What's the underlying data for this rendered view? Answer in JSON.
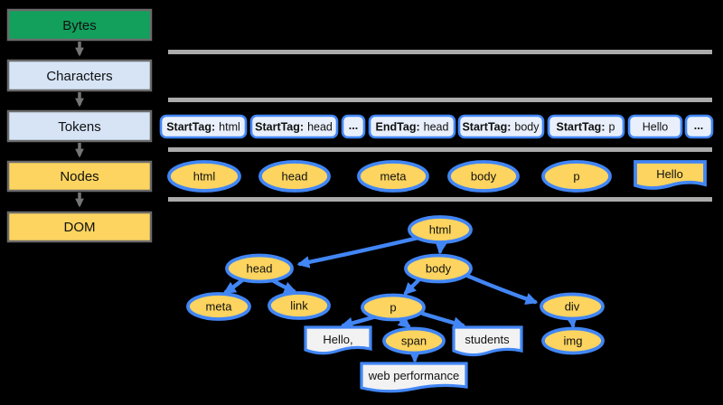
{
  "title": "DOM construction pipeline diagram",
  "colors": {
    "background": "#000000",
    "stage_green": "#12a05c",
    "stage_light_blue": "#d6e4f6",
    "stage_yellow": "#fcd45f",
    "stage_border_gray": "#6b6b6b",
    "token_fill": "#e9f0fc",
    "node_yellow": "#fcd45f",
    "blue_border": "#4286f5",
    "doc_fill": "#f2f2f2",
    "divider_gray": "#ababab",
    "pipeline_arrow_gray": "#757575",
    "text": "#111111"
  },
  "pipeline": {
    "stages": [
      {
        "id": "bytes",
        "label": "Bytes",
        "fill": "green"
      },
      {
        "id": "characters",
        "label": "Characters",
        "fill": "light_blue"
      },
      {
        "id": "tokens",
        "label": "Tokens",
        "fill": "light_blue"
      },
      {
        "id": "nodes",
        "label": "Nodes",
        "fill": "yellow"
      },
      {
        "id": "dom",
        "label": "DOM",
        "fill": "yellow"
      }
    ]
  },
  "tokens_row": {
    "items": [
      {
        "bold": "StartTag:",
        "text": "html"
      },
      {
        "bold": "StartTag:",
        "text": "head"
      },
      {
        "bold": "",
        "text": "..."
      },
      {
        "bold": "EndTag:",
        "text": "head"
      },
      {
        "bold": "StartTag:",
        "text": "body"
      },
      {
        "bold": "StartTag:",
        "text": "p"
      },
      {
        "bold": "",
        "text": "Hello"
      },
      {
        "bold": "",
        "text": "..."
      }
    ]
  },
  "nodes_row": {
    "ovals": [
      {
        "label": "html"
      },
      {
        "label": "head"
      },
      {
        "label": "meta"
      },
      {
        "label": "body"
      },
      {
        "label": "p"
      }
    ],
    "doc": {
      "label": "Hello"
    }
  },
  "dom_tree": {
    "element_nodes": [
      {
        "label": "html"
      },
      {
        "label": "head"
      },
      {
        "label": "body"
      },
      {
        "label": "meta"
      },
      {
        "label": "link"
      },
      {
        "label": "p"
      },
      {
        "label": "div"
      },
      {
        "label": "span"
      },
      {
        "label": "img"
      }
    ],
    "text_nodes": [
      {
        "label": "Hello,"
      },
      {
        "label": "students"
      },
      {
        "label": "web performance"
      }
    ],
    "edges": [
      {
        "from": "html",
        "to": "head"
      },
      {
        "from": "html",
        "to": "body"
      },
      {
        "from": "head",
        "to": "meta"
      },
      {
        "from": "head",
        "to": "link"
      },
      {
        "from": "body",
        "to": "p"
      },
      {
        "from": "body",
        "to": "div"
      },
      {
        "from": "p",
        "to": "Hello,"
      },
      {
        "from": "p",
        "to": "span"
      },
      {
        "from": "p",
        "to": "students"
      },
      {
        "from": "span",
        "to": "web performance"
      },
      {
        "from": "div",
        "to": "img"
      }
    ]
  }
}
